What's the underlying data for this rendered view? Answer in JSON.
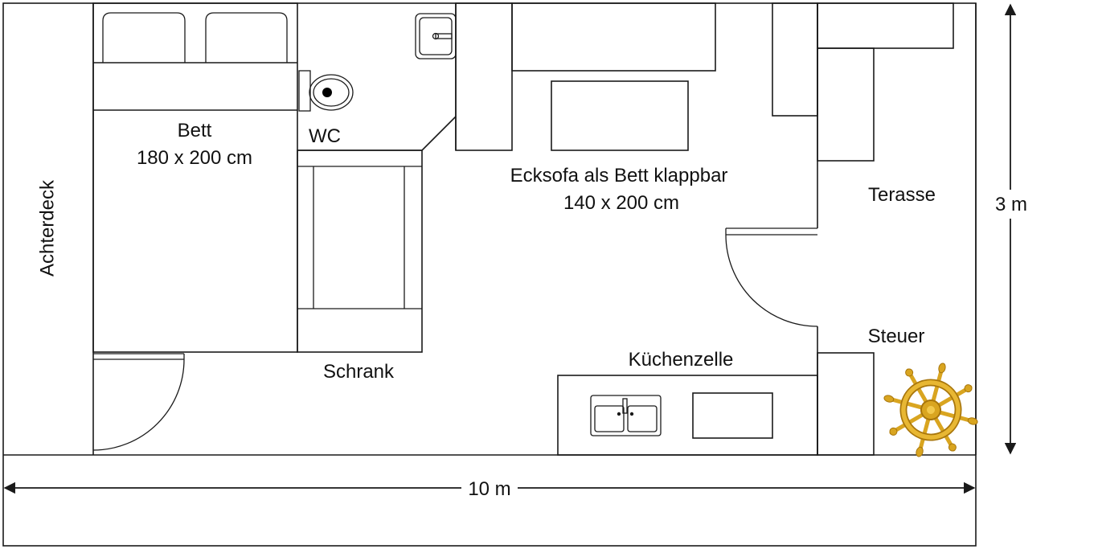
{
  "labels": {
    "achterdeck": "Achterdeck",
    "bett_title": "Bett",
    "bett_size": "180 x 200 cm",
    "wc": "WC",
    "schrank": "Schrank",
    "sofa_title": "Ecksofa als Bett klappbar",
    "sofa_size": "140 x 200 cm",
    "terasse": "Terasse",
    "steuer": "Steuer",
    "kueche": "Küchenzelle",
    "height_dim": "3 m",
    "length_dim": "10 m"
  },
  "colors": {
    "line": "#1a1a1a",
    "wheel_gold": "#d9a520",
    "wheel_dark": "#a8760c"
  },
  "icons": [
    "toilet-icon",
    "washbasin-icon",
    "kitchen-sink-icon",
    "ship-wheel-icon"
  ]
}
